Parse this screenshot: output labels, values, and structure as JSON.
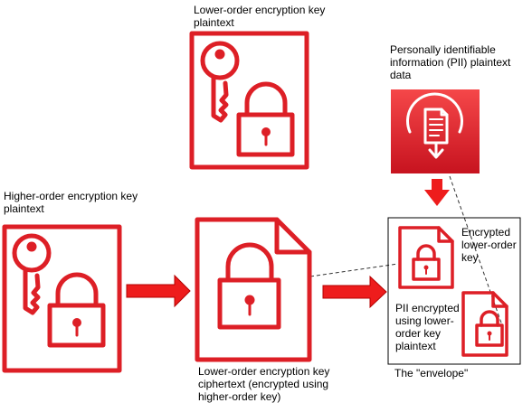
{
  "labels": {
    "lower_order_plaintext": "Lower-order encryption key plaintext",
    "pii_plaintext": "Personally identifiable information (PII) plaintext data",
    "higher_order_plaintext": "Higher-order encryption key plaintext",
    "lower_order_ciphertext": "Lower-order encryption key ciphertext (encrypted using higher-order key)",
    "encrypted_lower_order_key": "Encrypted lower-order key",
    "pii_encrypted": "PII encrypted using lower-order key plaintext",
    "envelope": "The \"envelope\""
  },
  "icons": {
    "key": "key-icon",
    "lock": "padlock-icon",
    "document": "document-icon",
    "pii_tile": "document-download-icon",
    "arrow": "arrow-right-icon"
  },
  "colors": {
    "icon_red": "#DD1F26",
    "tile_gradient_top": "#F54749",
    "tile_gradient_bottom": "#C7131F",
    "arrow_fill": "#EE1C1C",
    "text": "#000000"
  }
}
